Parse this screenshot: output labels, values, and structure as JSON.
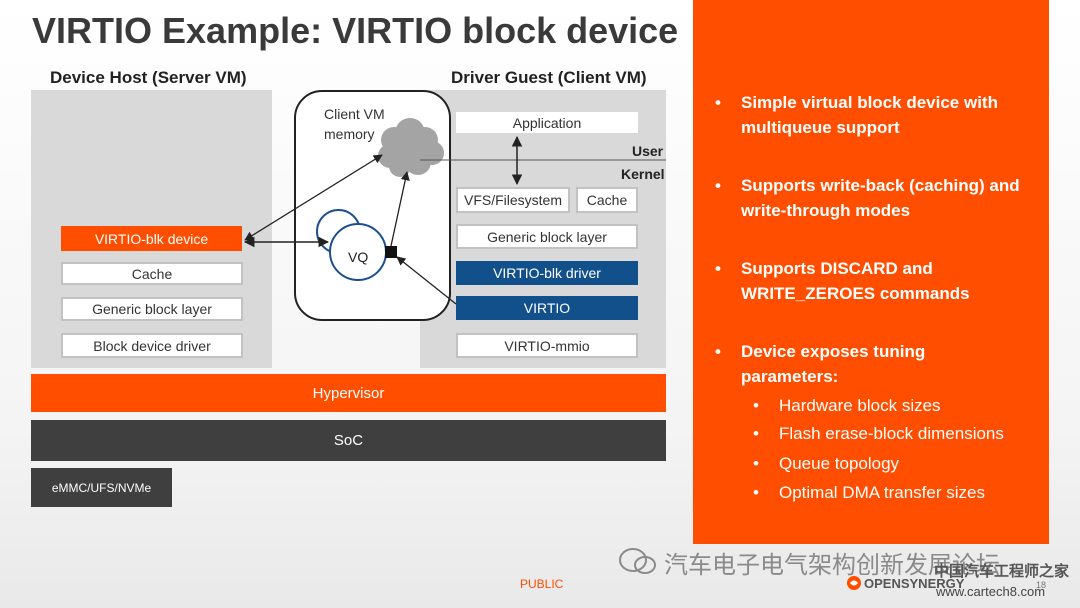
{
  "title": "VIRTIO Example: VIRTIO block device",
  "host": {
    "heading": "Device Host (Server VM)",
    "blk_device": "VIRTIO-blk device",
    "cache": "Cache",
    "generic_block_layer": "Generic block layer",
    "block_device_driver": "Block device driver"
  },
  "memory": {
    "label_line1": "Client VM",
    "label_line2": "memory",
    "vq": "VQ"
  },
  "guest": {
    "heading": "Driver Guest (Client VM)",
    "application": "Application",
    "user": "User",
    "kernel": "Kernel",
    "vfs": "VFS/Filesystem",
    "cache": "Cache",
    "generic_block_layer": "Generic block layer",
    "blk_driver": "VIRTIO-blk driver",
    "virtio": "VIRTIO",
    "mmio": "VIRTIO-mmio"
  },
  "hypervisor": "Hypervisor",
  "soc": "SoC",
  "storage": "eMMC/UFS/NVMe",
  "bullets": [
    "Simple virtual block device with multiqueue support",
    "Supports write-back (caching) and write-through modes",
    "Supports DISCARD and WRITE_ZEROES commands",
    "Device exposes tuning parameters:"
  ],
  "sub_bullets": [
    "Hardware block sizes",
    "Flash erase-block dimensions",
    "Queue topology",
    "Optimal DMA transfer sizes"
  ],
  "footer": {
    "public": "PUBLIC",
    "watermark": "汽车电子电气架构创新发展论坛",
    "logo": "OPENSYNERGY",
    "page_number": "18",
    "site_cn": "中国汽车工程师之家",
    "site_url": "www.cartech8.com"
  },
  "colors": {
    "accent": "#ff4e00",
    "blue": "#12508b",
    "dark": "#3f3f3f",
    "gray_panel": "#d9d9d9"
  }
}
